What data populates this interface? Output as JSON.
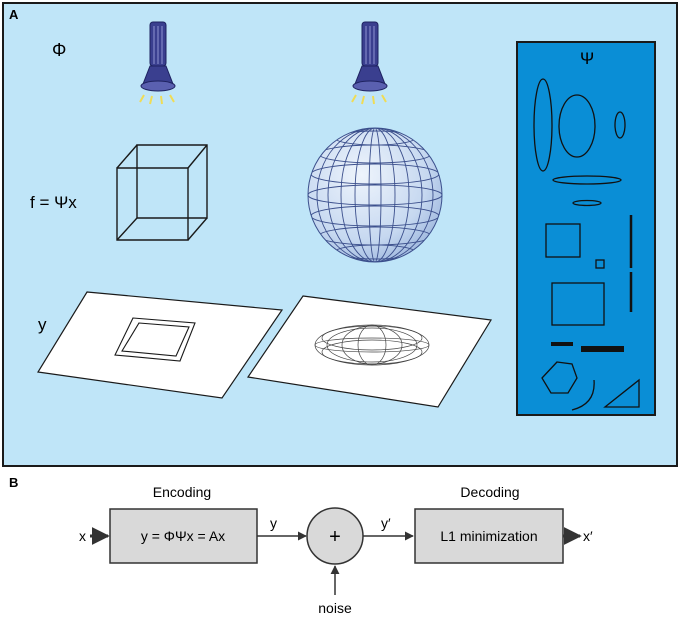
{
  "panel_a": {
    "label": "A",
    "phi_symbol": "Φ",
    "psi_symbol": "Ψ",
    "f_equation": "f = Ψx",
    "y_label": "y",
    "colors": {
      "background": "#bfe5f8",
      "dictionary_box": "#0a8ed6",
      "outline": "#1a1a1a",
      "flashlight": "#3a3f8f",
      "light_rays": "#f0dc55",
      "sphere_fill": "#c6d8f0",
      "sphere_grid": "#3b4f8c"
    },
    "icons": [
      "flashlight-icon",
      "flashlight-icon"
    ]
  },
  "panel_b": {
    "label": "B",
    "encoding_title": "Encoding",
    "decoding_title": "Decoding",
    "input_label": "x",
    "encoder_equation": "y = ΦΨx = Ax",
    "y_label": "y",
    "sum_symbol": "+",
    "y_prime_label": "y′",
    "decoder_label": "L1 minimization",
    "output_label": "x′",
    "noise_label": "noise",
    "colors": {
      "box_fill": "#d9d9d9",
      "stroke": "#333333"
    }
  }
}
